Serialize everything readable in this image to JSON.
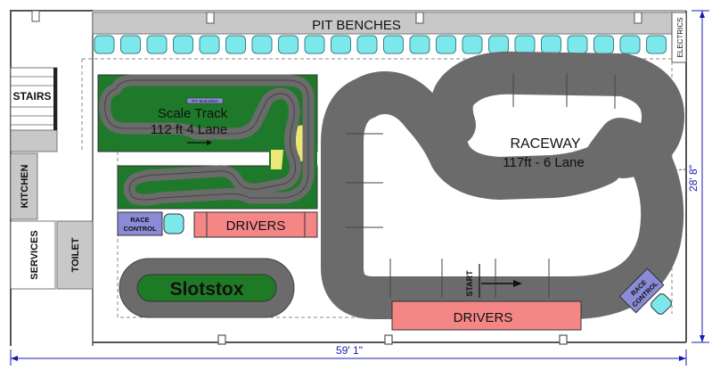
{
  "labels": {
    "pit_benches": "PIT BENCHES",
    "electrics": "ELECTRICS",
    "stairs": "STAIRS",
    "kitchen": "KITCHEN",
    "services": "SERVICES",
    "toilet": "TOILET",
    "scale_track_line1": "Scale Track",
    "scale_track_line2": "112 ft 4 Lane",
    "pit_building": "PIT BUILDING",
    "race_control_left_1": "RACE",
    "race_control_left_2": "CONTROL",
    "drivers_left": "DRIVERS",
    "slotstox": "Slotstox",
    "raceway_line1": "RACEWAY",
    "raceway_line2": "117ft - 6 Lane",
    "start": "START",
    "drivers_bottom": "DRIVERS",
    "race_control_right_1": "RACE",
    "race_control_right_2": "CONTROL"
  },
  "dimensions": {
    "width": "59' 1\"",
    "height": "28' 8\""
  },
  "colors": {
    "track": "#6b6b6b",
    "track_edge": "#4a4a4a",
    "grass_dark": "#1e7a2a",
    "grass_light": "#2e8b3a",
    "bench": "#c8c8c8",
    "seat": "#7de8ec",
    "drivers": "#f48686",
    "race_control": "#8a8ad6",
    "slotstox_green": "#1f7a25",
    "sand": "#ece878",
    "dimension": "#1a1ab0"
  }
}
